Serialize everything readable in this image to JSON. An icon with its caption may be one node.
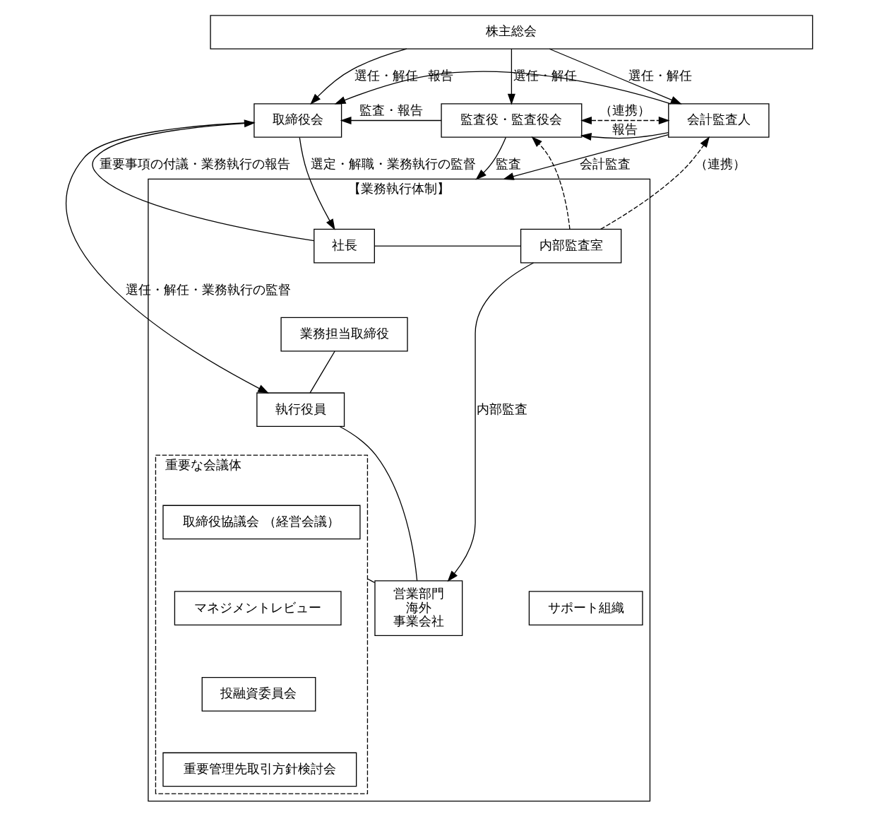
{
  "diagram": {
    "nodes": [
      {
        "text": [
          "株主総会"
        ]
      },
      {
        "text": [
          "取締役会"
        ]
      },
      {
        "text": [
          "監査役・監査役会"
        ]
      },
      {
        "text": [
          "会計監査人"
        ]
      },
      {
        "text": [
          "【業務執行体制】"
        ]
      },
      {
        "text": [
          "社長"
        ],
        "in": 4
      },
      {
        "text": [
          "業務担当取締役"
        ],
        "in": 4
      },
      {
        "text": [
          "内部監査室"
        ],
        "in": 4
      },
      {
        "text": [
          "執行役員"
        ],
        "in": 4
      },
      {
        "text": [
          "重要な会議体"
        ],
        "in": 4
      },
      {
        "text": [
          "取締役協議会 （経営会議）"
        ],
        "in": 9
      },
      {
        "text": [
          "マネジメントレビュー"
        ],
        "in": 9
      },
      {
        "text": [
          "投融資委員会"
        ],
        "in": 9
      },
      {
        "text": [
          "重要管理先取引方針検討会"
        ],
        "in": 9
      },
      {
        "text": [
          "営業部門",
          "海外",
          "事業会社"
        ],
        "in": 4
      },
      {
        "text": [
          "サポート組織"
        ],
        "in": 4
      }
    ],
    "edges": [
      {
        "from": 0,
        "to": 1,
        "arrow": "to",
        "label": "選任・解任"
      },
      {
        "from": 0,
        "to": 2,
        "arrow": "to",
        "label": "選任・解任"
      },
      {
        "from": 0,
        "to": 3,
        "arrow": "to",
        "label": "選任・解任"
      },
      {
        "from": 2,
        "to": 1,
        "arrow": "to",
        "label": "監査・報告"
      },
      {
        "from": 2,
        "to": 3,
        "arrow": "both",
        "label": "（連携）",
        "style": "dashed"
      },
      {
        "from": 3,
        "to": 2,
        "arrow": "to",
        "label": "報告"
      },
      {
        "from": 3,
        "to": 1,
        "arrow": "to",
        "label": "報告"
      },
      {
        "from": 1,
        "to": 8,
        "arrow": "to",
        "label": "選任・解任・業務執行の監督"
      },
      {
        "from": 1,
        "to": 5,
        "arrow": "to",
        "label": "選定・解職・業務執行の監督"
      },
      {
        "from": 5,
        "to": 1,
        "arrow": "to",
        "label": "重要事項の付議・業務執行の報告"
      },
      {
        "from": 2,
        "to": 4,
        "arrow": "to",
        "label": "監査"
      },
      {
        "from": 3,
        "to": 4,
        "arrow": "to",
        "label": "会計監査"
      },
      {
        "from": 7,
        "to": 2,
        "arrow": "to",
        "style": "dashed"
      },
      {
        "from": 7,
        "to": 3,
        "arrow": "to",
        "style": "dashed",
        "label": "（連携）"
      },
      {
        "from": 5,
        "to": 7,
        "arrow": "none"
      },
      {
        "from": 6,
        "to": 8,
        "arrow": "none"
      },
      {
        "from": 8,
        "to": 14,
        "arrow": "none"
      },
      {
        "from": 9,
        "to": 14,
        "arrow": "none"
      },
      {
        "from": 7,
        "to": 14,
        "arrow": "to",
        "label": "内部監査"
      }
    ]
  }
}
